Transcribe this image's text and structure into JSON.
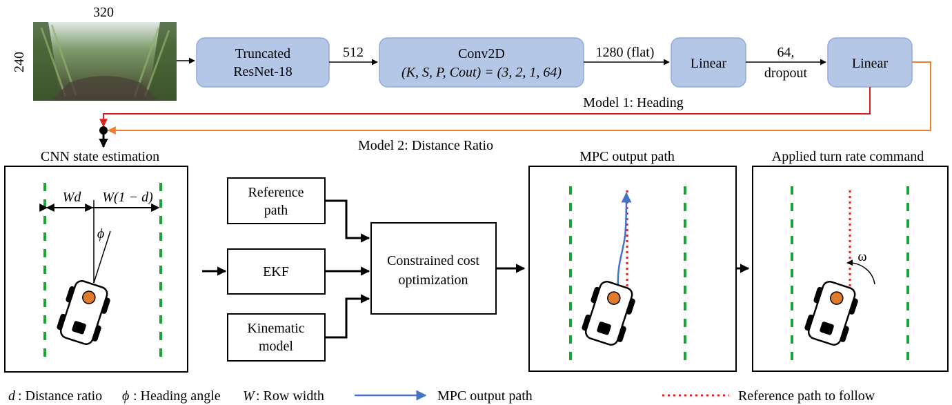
{
  "image_labels": {
    "width": "320",
    "height": "240"
  },
  "pipeline": {
    "block1": [
      "Truncated",
      "ResNet-18"
    ],
    "edge1": "512",
    "block2": [
      "Conv2D",
      "(K, S, P, Cout) = (3, 2, 1, 64)"
    ],
    "edge2": "1280 (flat)",
    "block3": "Linear",
    "edge3": [
      "64,",
      "dropout"
    ],
    "block4": "Linear"
  },
  "models": {
    "heading": "Model 1: Heading",
    "distance": "Model 2: Distance Ratio"
  },
  "panels": {
    "cnn": {
      "title": "CNN state estimation",
      "wd": "Wd",
      "w1d": "W(1 − d)",
      "phi": "ϕ"
    },
    "mpc": {
      "title": "MPC output path"
    },
    "applied": {
      "title": "Applied turn rate command",
      "omega": "ω"
    }
  },
  "controller": {
    "reference": [
      "Reference",
      "path"
    ],
    "ekf": "EKF",
    "kinematic": [
      "Kinematic",
      "model"
    ],
    "optimizer": [
      "Constrained cost",
      "optimization"
    ]
  },
  "legend": {
    "d_sym": "d",
    "d_txt": ": Distance ratio",
    "phi_sym": "ϕ",
    "phi_txt": ": Heading angle",
    "w_sym": "W",
    "w_txt": ": Row width",
    "mpc_path": "MPC output path",
    "ref_path": "Reference path to follow"
  },
  "colors": {
    "block_fill": "#b4c7e7",
    "block_stroke": "#8faadc",
    "row_green": "#1aa33a",
    "reference_red": "#e02020",
    "mpc_blue": "#4472c4",
    "distance_orange": "#ed7d31",
    "robot_orange": "#e07a2c"
  },
  "icons": [
    "camera-image",
    "robot-icon",
    "arrow-icon"
  ]
}
